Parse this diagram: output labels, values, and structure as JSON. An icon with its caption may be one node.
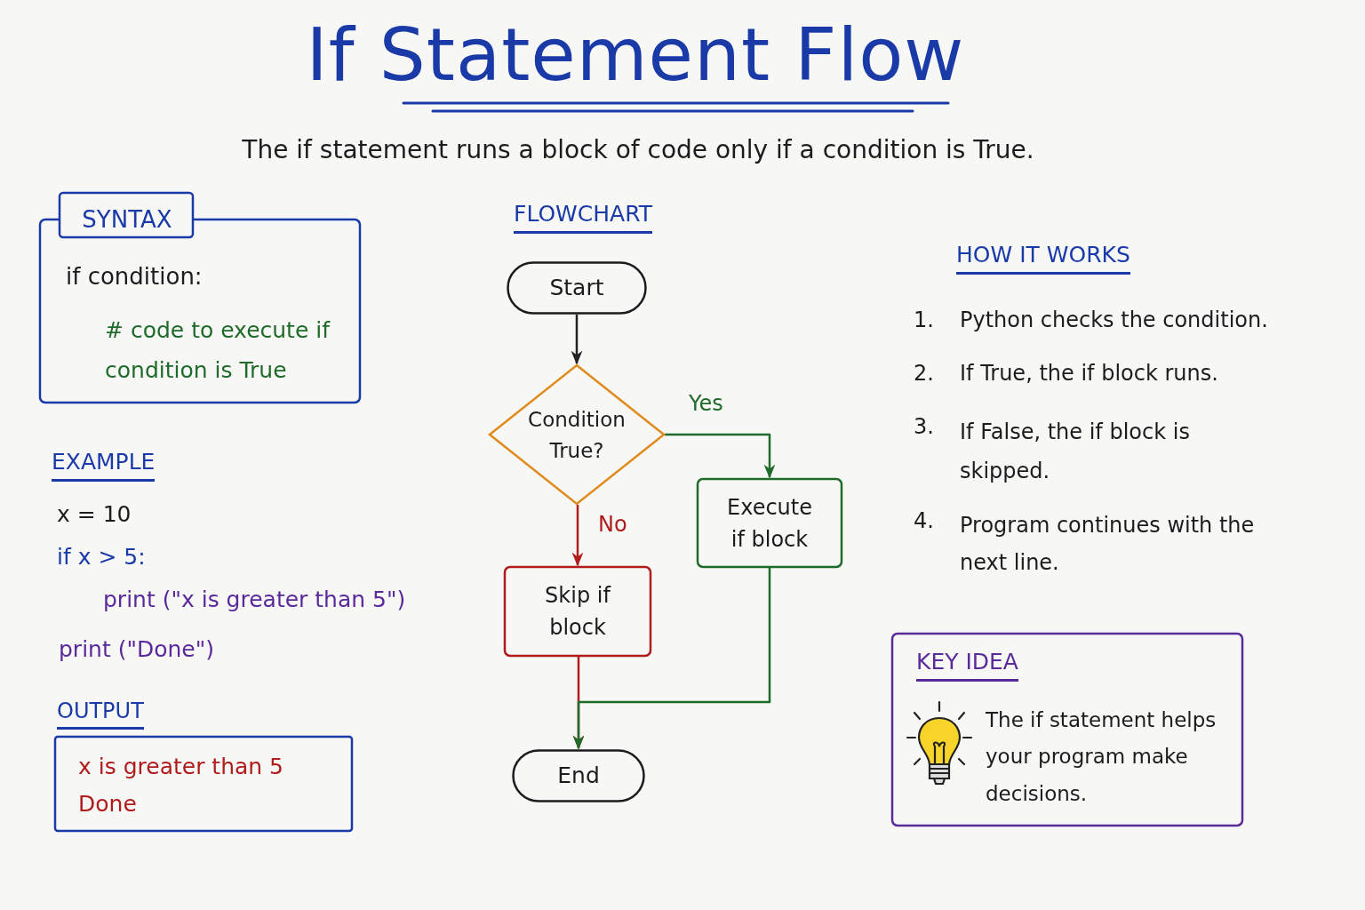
{
  "diagram": {
    "title": "If Statement Flow",
    "nodes": [
      {
        "text": [
          "SYNTAX",
          "if condition:",
          "# code to execute if condition is True"
        ]
      },
      {
        "text": [
          "OUTPUT",
          "x is greater than 5",
          "Done"
        ]
      },
      {
        "text": [
          "Start"
        ]
      },
      {
        "text": [
          "Condition True?"
        ]
      },
      {
        "text": [
          "Execute if block"
        ]
      },
      {
        "text": [
          "Skip if block"
        ]
      },
      {
        "text": [
          "End"
        ]
      },
      {
        "text": [
          "KEY IDEA",
          "The if statement helps your program make decisions."
        ]
      }
    ],
    "edges": [
      {
        "from": 2,
        "to": 3,
        "arrow": "to"
      },
      {
        "from": 3,
        "to": 4,
        "arrow": "to",
        "label": "Yes",
        "color": "#1f6b2a"
      },
      {
        "from": 3,
        "to": 5,
        "arrow": "to",
        "label": "No",
        "color": "#b01c1c"
      },
      {
        "from": 5,
        "to": 6,
        "arrow": "to",
        "color": "#b01c1c"
      },
      {
        "from": 4,
        "to": 6,
        "arrow": "to",
        "color": "#1f6b2a"
      }
    ],
    "labels": [
      "The if statement runs a block of code only if a condition is True.",
      "FLOWCHART",
      "EXAMPLE",
      "x = 10",
      "if x > 5:",
      "print (\"x is greater than 5\")",
      "print (\"Done\")",
      "HOW IT WORKS",
      "1.",
      "Python checks the condition.",
      "2.",
      "If True, the if block runs.",
      "3.",
      "If False, the if block is skipped.",
      "4.",
      "Program continues with the next line."
    ]
  }
}
